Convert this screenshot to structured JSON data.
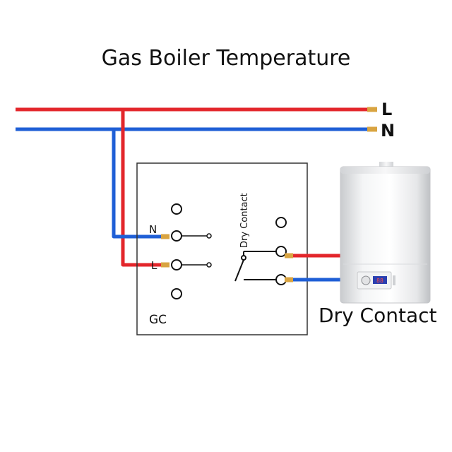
{
  "diagram": {
    "title": "Gas Boiler Temperature",
    "line_labels": {
      "live": "L",
      "neutral": "N"
    },
    "box": {
      "terminal_n": "N",
      "terminal_l": "L",
      "model": "GC",
      "dry_contact_vertical": "Dry Contact"
    },
    "boiler_caption": "Dry Contact",
    "boiler_display": "88"
  },
  "colors": {
    "live_wire": "#e3262b",
    "neutral_wire": "#1f5fd6",
    "live_label": "#e3262b",
    "neutral_label": "#1f5fd6",
    "wire_tip": "#d9a441"
  }
}
